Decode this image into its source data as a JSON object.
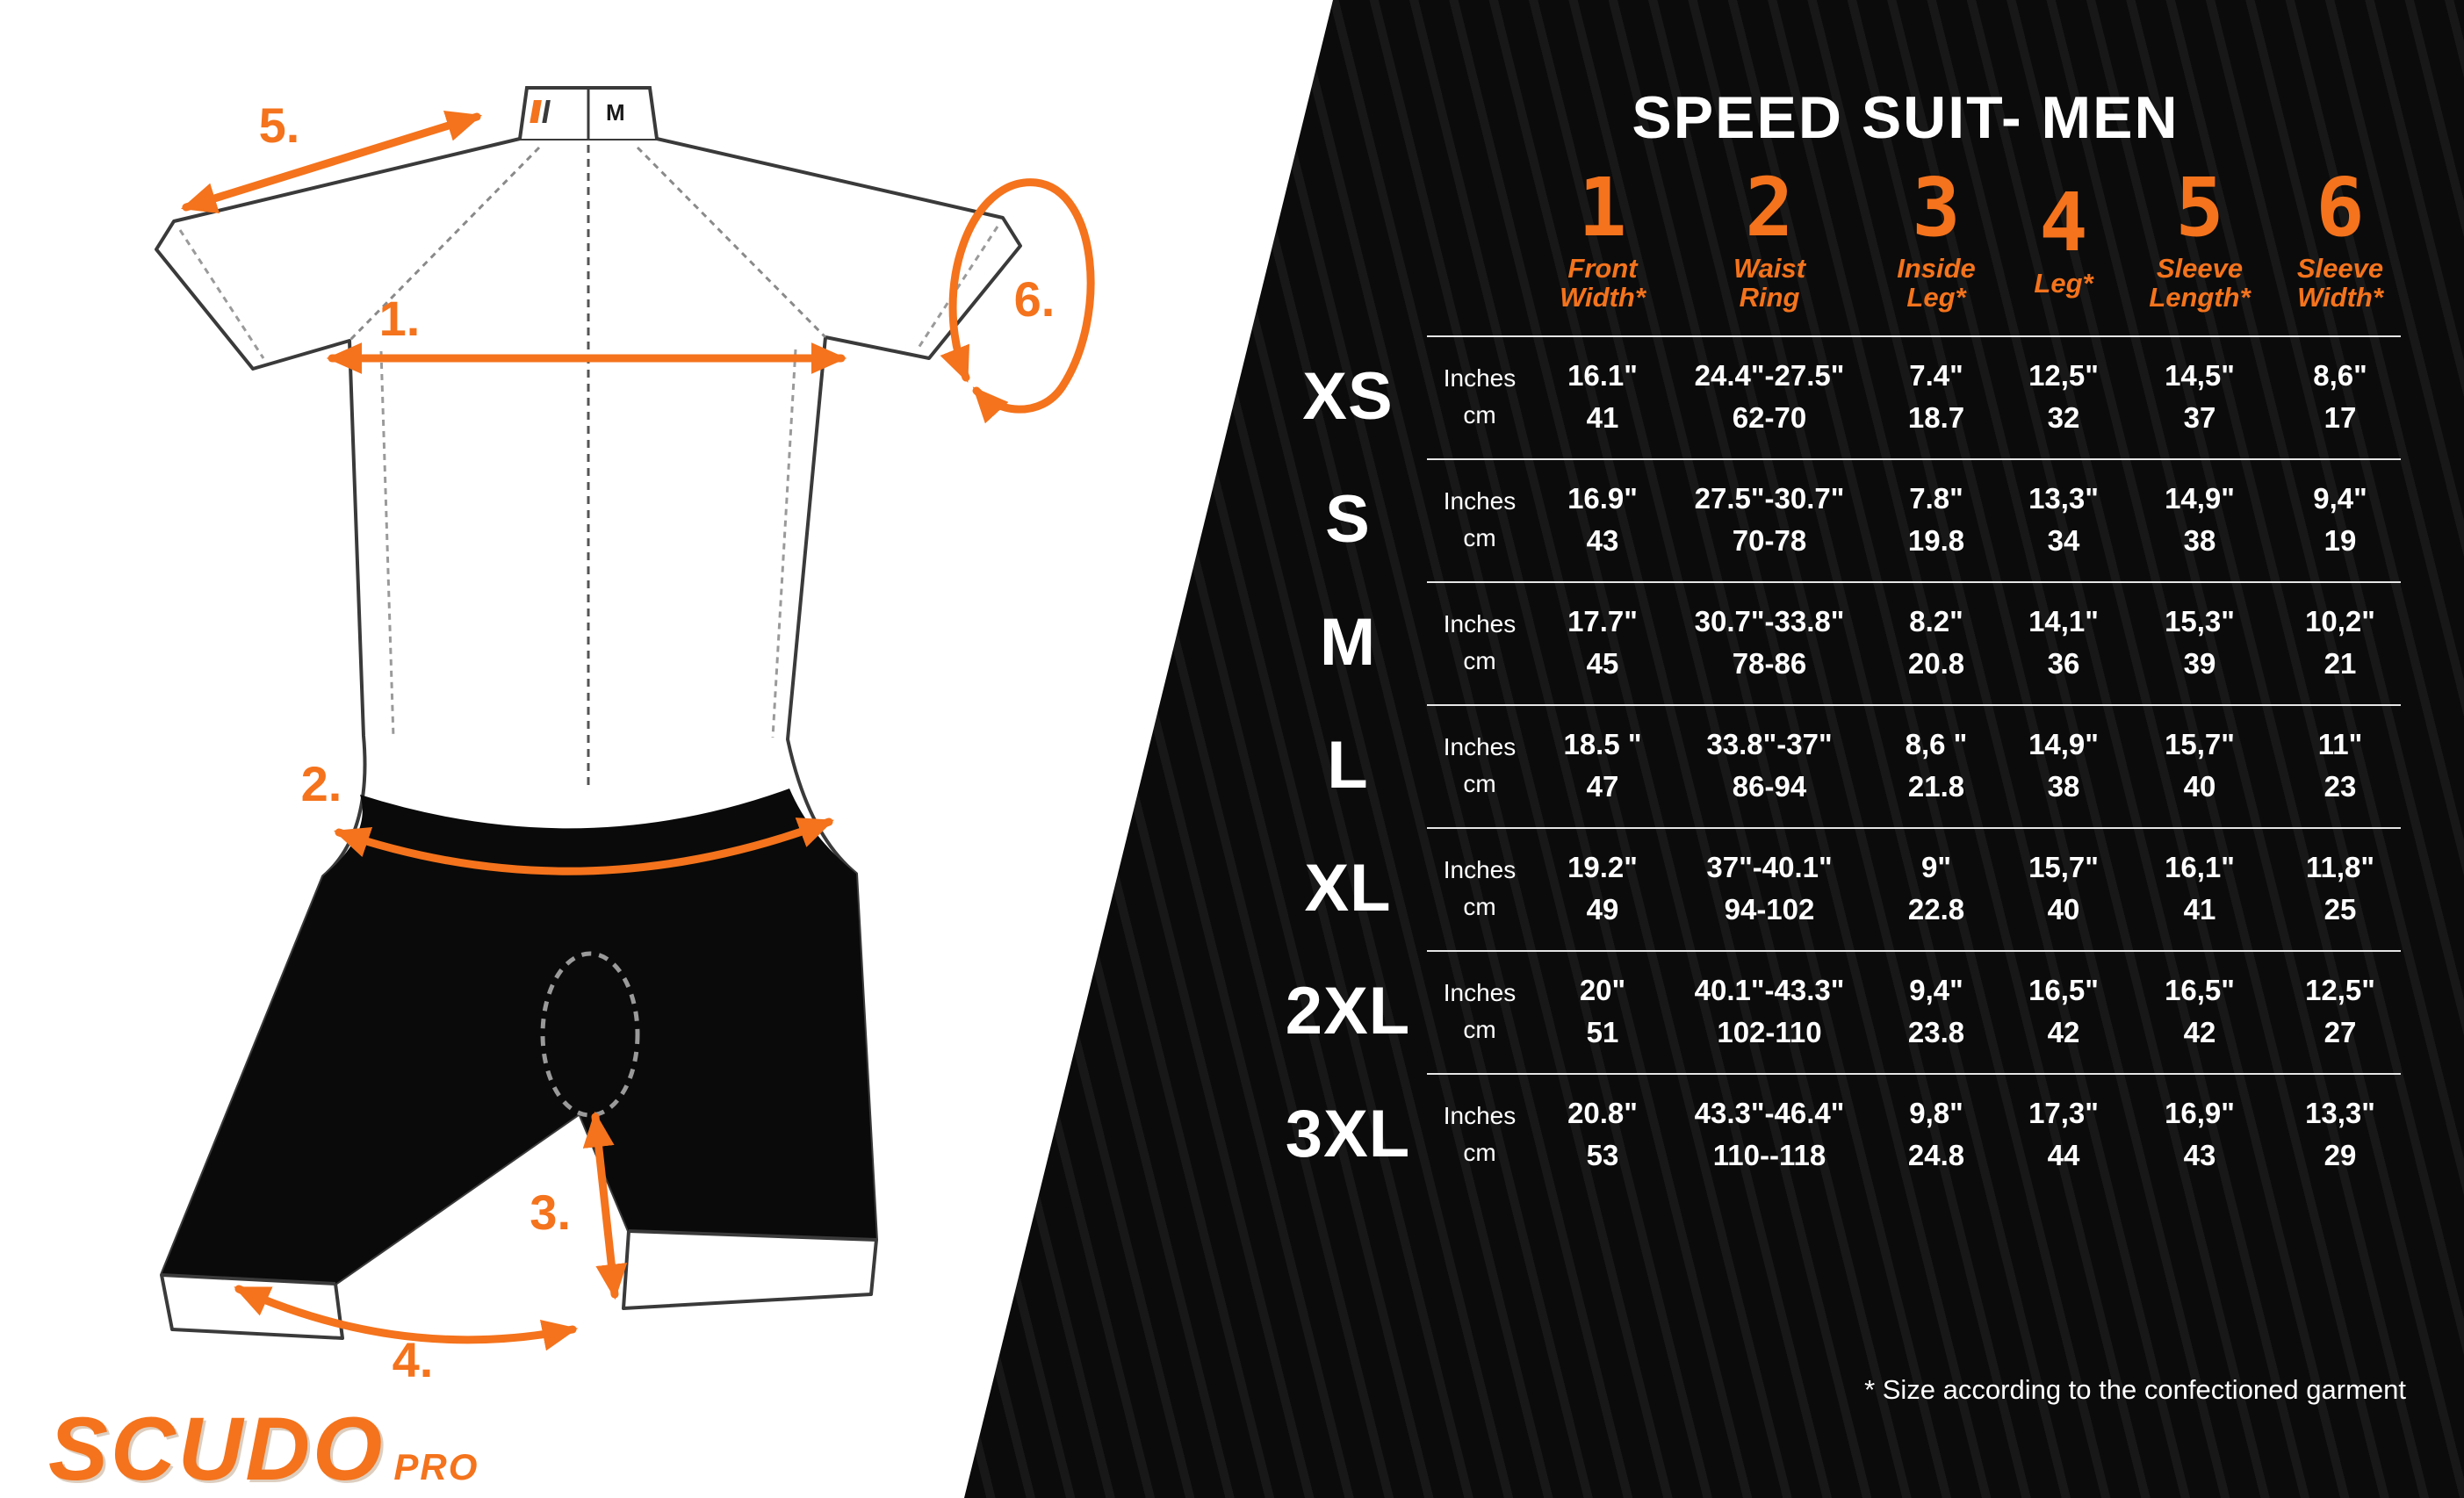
{
  "colors": {
    "accent": "#F4731C",
    "panel": "#0b0b0b"
  },
  "brand": {
    "name": "SCUDO",
    "suffix": "PRO"
  },
  "diagram": {
    "size_tag": "M",
    "labels": {
      "l1": "1.",
      "l2": "2.",
      "l3": "3.",
      "l4": "4.",
      "l5": "5.",
      "l6": "6."
    }
  },
  "table": {
    "title": "SPEED SUIT- MEN",
    "units": [
      "Inches",
      "cm"
    ],
    "columns": [
      {
        "num": "1",
        "label": "Front\nWidth*"
      },
      {
        "num": "2",
        "label": "Waist\nRing"
      },
      {
        "num": "3",
        "label": "Inside\nLeg*"
      },
      {
        "num": "4",
        "label": "Leg*"
      },
      {
        "num": "5",
        "label": "Sleeve\nLength*"
      },
      {
        "num": "6",
        "label": "Sleeve\nWidth*"
      }
    ],
    "rows": [
      {
        "size": "XS",
        "inches": [
          "16.1\"",
          "24.4\"-27.5\"",
          "7.4\"",
          "12,5\"",
          "14,5\"",
          "8,6\""
        ],
        "cm": [
          "41",
          "62-70",
          "18.7",
          "32",
          "37",
          "17"
        ]
      },
      {
        "size": "S",
        "inches": [
          "16.9\"",
          "27.5\"-30.7\"",
          "7.8\"",
          "13,3\"",
          "14,9\"",
          "9,4\""
        ],
        "cm": [
          "43",
          "70-78",
          "19.8",
          "34",
          "38",
          "19"
        ]
      },
      {
        "size": "M",
        "inches": [
          "17.7\"",
          "30.7\"-33.8\"",
          "8.2\"",
          "14,1\"",
          "15,3\"",
          "10,2\""
        ],
        "cm": [
          "45",
          "78-86",
          "20.8",
          "36",
          "39",
          "21"
        ]
      },
      {
        "size": "L",
        "inches": [
          "18.5 \"",
          "33.8\"-37\"",
          "8,6 \"",
          "14,9\"",
          "15,7\"",
          "11\""
        ],
        "cm": [
          "47",
          "86-94",
          "21.8",
          "38",
          "40",
          "23"
        ]
      },
      {
        "size": "XL",
        "inches": [
          "19.2\"",
          "37\"-40.1\"",
          "9\"",
          "15,7\"",
          "16,1\"",
          "11,8\""
        ],
        "cm": [
          "49",
          "94-102",
          "22.8",
          "40",
          "41",
          "25"
        ]
      },
      {
        "size": "2XL",
        "inches": [
          "20\"",
          "40.1\"-43.3\"",
          "9,4\"",
          "16,5\"",
          "16,5\"",
          "12,5\""
        ],
        "cm": [
          "51",
          "102-110",
          "23.8",
          "42",
          "42",
          "27"
        ]
      },
      {
        "size": "3XL",
        "inches": [
          "20.8\"",
          "43.3\"-46.4\"",
          "9,8\"",
          "17,3\"",
          "16,9\"",
          "13,3\""
        ],
        "cm": [
          "53",
          "110--118",
          "24.8",
          "44",
          "43",
          "29"
        ]
      }
    ],
    "footnote": "* Size according to the confectioned garment"
  },
  "chart_data": {
    "type": "table",
    "title": "SPEED SUIT- MEN",
    "columns": [
      "Front Width*",
      "Waist Ring",
      "Inside Leg*",
      "Leg*",
      "Sleeve Length*",
      "Sleeve Width*"
    ],
    "rows_inches": {
      "XS": [
        "16.1",
        "24.4-27.5",
        "7.4",
        "12.5",
        "14.5",
        "8.6"
      ],
      "S": [
        "16.9",
        "27.5-30.7",
        "7.8",
        "13.3",
        "14.9",
        "9.4"
      ],
      "M": [
        "17.7",
        "30.7-33.8",
        "8.2",
        "14.1",
        "15.3",
        "10.2"
      ],
      "L": [
        "18.5",
        "33.8-37",
        "8.6",
        "14.9",
        "15.7",
        "11"
      ],
      "XL": [
        "19.2",
        "37-40.1",
        "9",
        "15.7",
        "16.1",
        "11.8"
      ],
      "2XL": [
        "20",
        "40.1-43.3",
        "9.4",
        "16.5",
        "16.5",
        "12.5"
      ],
      "3XL": [
        "20.8",
        "43.3-46.4",
        "9.8",
        "17.3",
        "16.9",
        "13.3"
      ]
    },
    "rows_cm": {
      "XS": [
        "41",
        "62-70",
        "18.7",
        "32",
        "37",
        "17"
      ],
      "S": [
        "43",
        "70-78",
        "19.8",
        "34",
        "38",
        "19"
      ],
      "M": [
        "45",
        "78-86",
        "20.8",
        "36",
        "39",
        "21"
      ],
      "L": [
        "47",
        "86-94",
        "21.8",
        "38",
        "40",
        "23"
      ],
      "XL": [
        "49",
        "94-102",
        "22.8",
        "40",
        "41",
        "25"
      ],
      "2XL": [
        "51",
        "102-110",
        "23.8",
        "42",
        "42",
        "27"
      ],
      "3XL": [
        "53",
        "110-118",
        "24.8",
        "44",
        "43",
        "29"
      ]
    }
  }
}
